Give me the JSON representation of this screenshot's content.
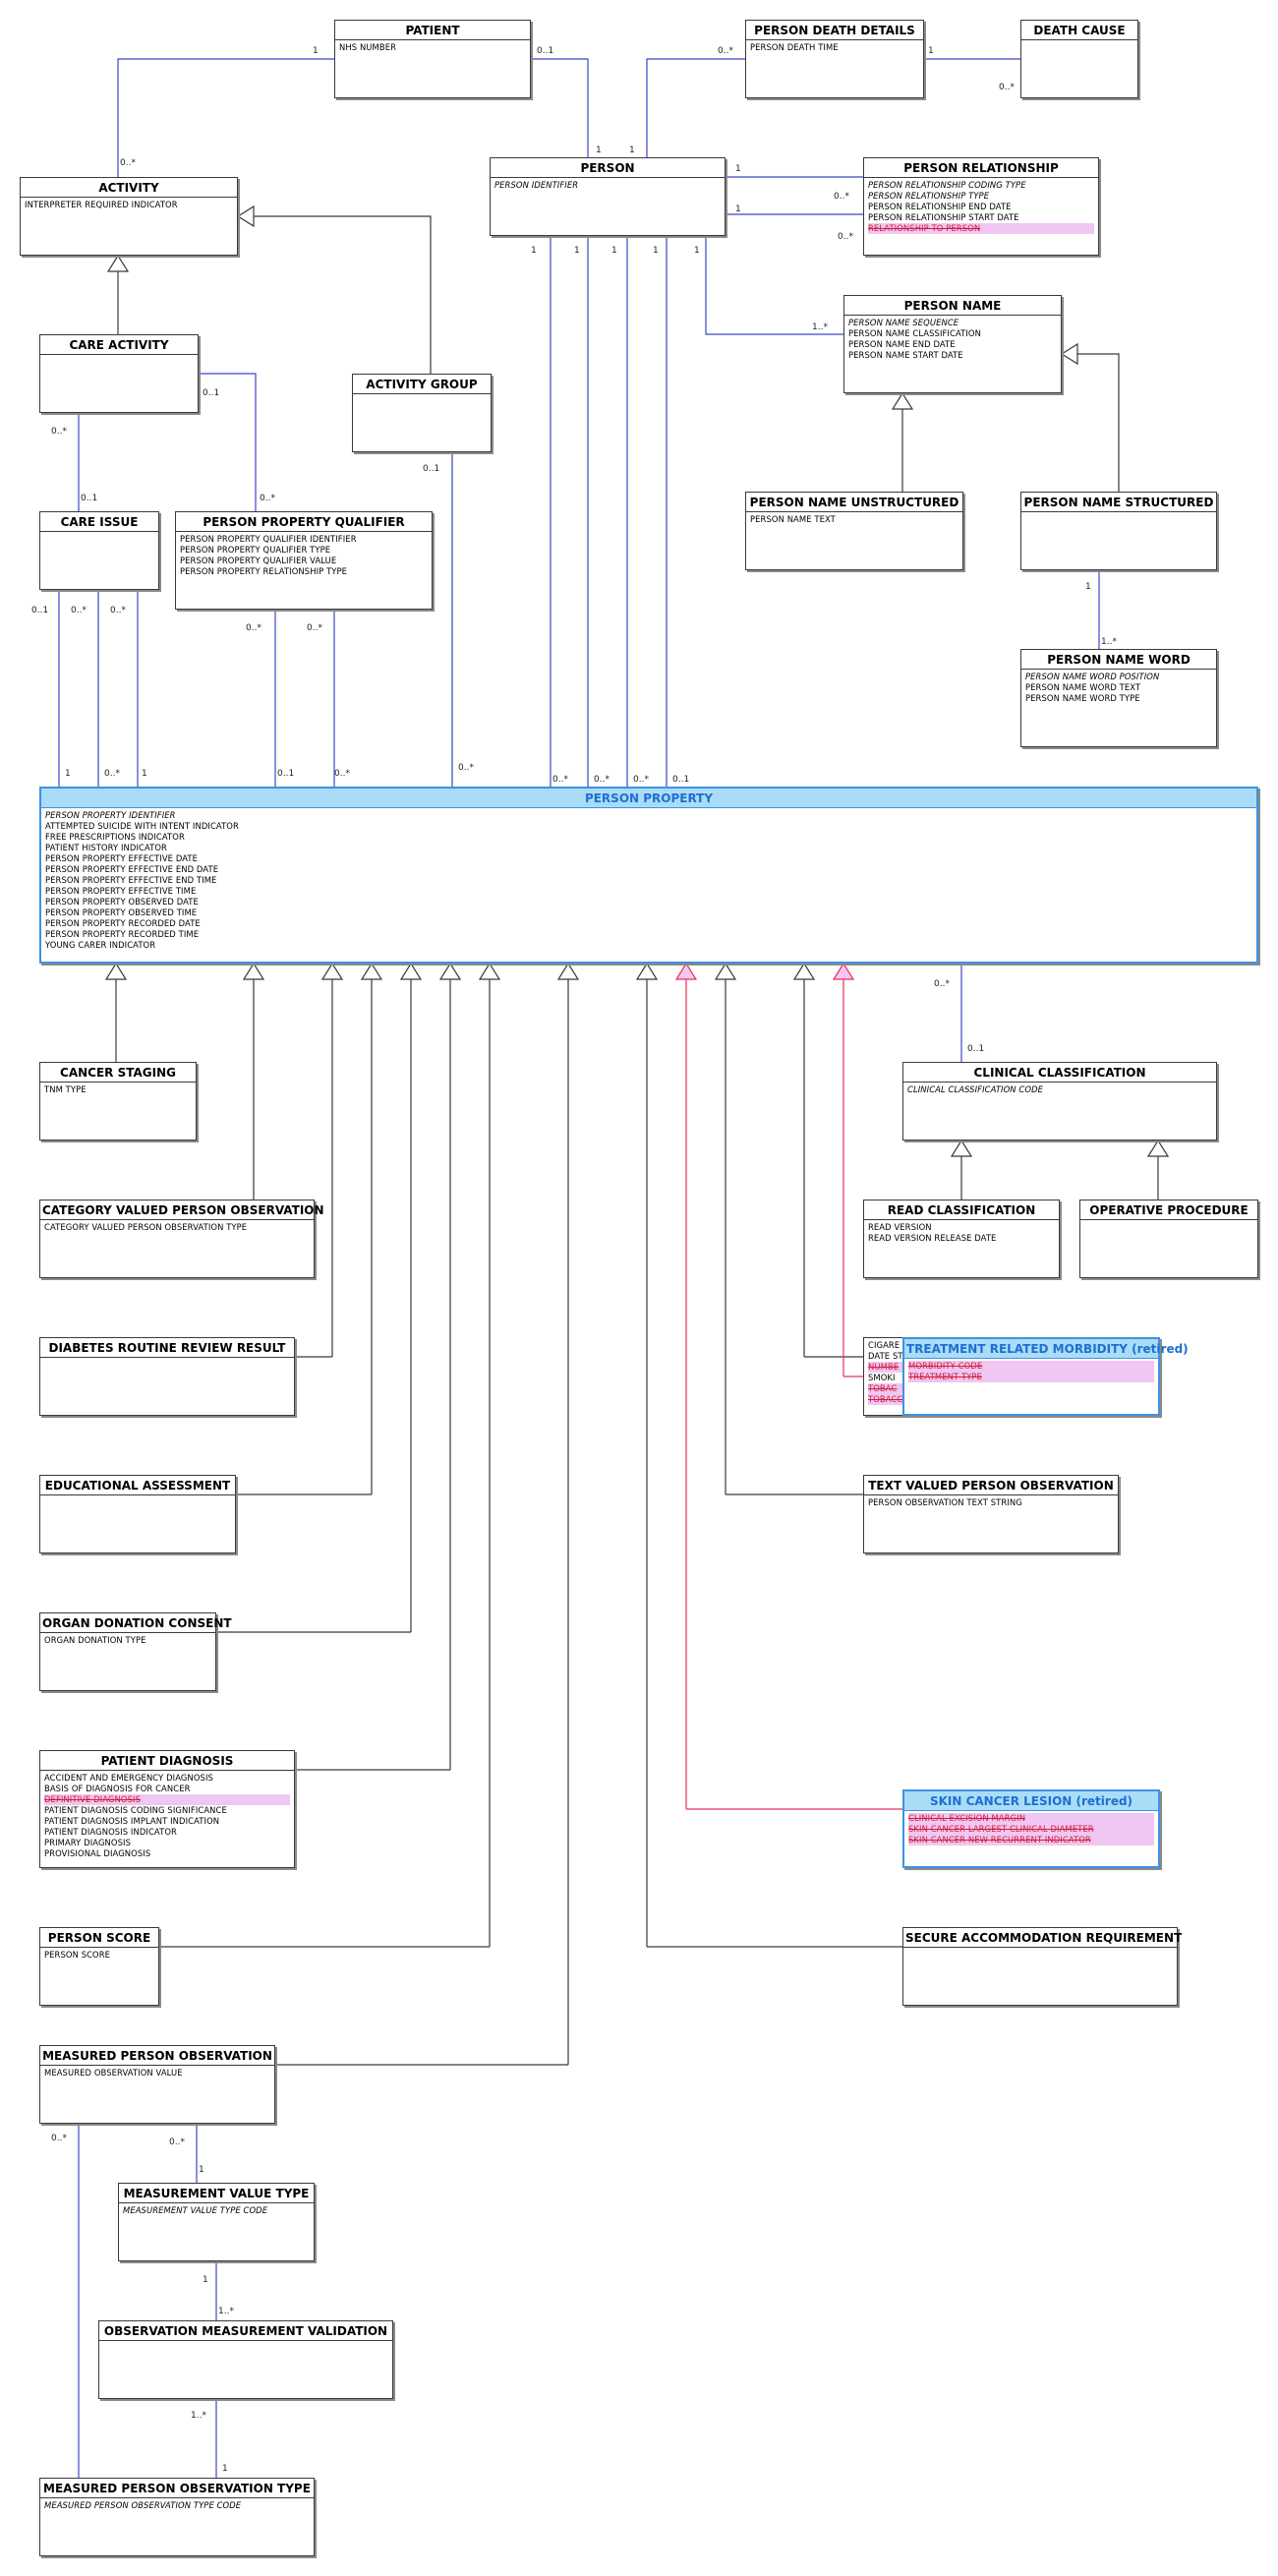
{
  "diagram_title": "",
  "colors": {
    "association": "#3c46c8",
    "generalization": "#3a3a3a",
    "retired_generalization": "#e8325a",
    "highlight_header": "#a9dcf7"
  },
  "classes": {
    "patient": {
      "title": "PATIENT",
      "attributes": [
        {
          "text": "NHS NUMBER",
          "style": "normal"
        }
      ]
    },
    "person_death_details": {
      "title": "PERSON DEATH DETAILS",
      "attributes": [
        {
          "text": "PERSON DEATH TIME",
          "style": "normal"
        }
      ]
    },
    "death_cause": {
      "title": "DEATH CAUSE",
      "attributes": []
    },
    "activity": {
      "title": "ACTIVITY",
      "attributes": [
        {
          "text": "INTERPRETER REQUIRED INDICATOR",
          "style": "normal"
        }
      ]
    },
    "person": {
      "title": "PERSON",
      "attributes": [
        {
          "text": "PERSON IDENTIFIER",
          "style": "key"
        }
      ]
    },
    "person_relationship": {
      "title": "PERSON RELATIONSHIP",
      "attributes": [
        {
          "text": "PERSON RELATIONSHIP CODING TYPE",
          "style": "key"
        },
        {
          "text": "PERSON RELATIONSHIP TYPE",
          "style": "key"
        },
        {
          "text": "PERSON RELATIONSHIP END DATE",
          "style": "normal"
        },
        {
          "text": "PERSON RELATIONSHIP START DATE",
          "style": "normal"
        },
        {
          "text": "RELATIONSHIP TO PERSON",
          "style": "retired"
        }
      ]
    },
    "care_activity": {
      "title": "CARE ACTIVITY",
      "attributes": []
    },
    "activity_group": {
      "title": "ACTIVITY GROUP",
      "attributes": []
    },
    "person_name": {
      "title": "PERSON NAME",
      "attributes": [
        {
          "text": "PERSON NAME SEQUENCE",
          "style": "key"
        },
        {
          "text": "PERSON NAME CLASSIFICATION",
          "style": "normal"
        },
        {
          "text": "PERSON NAME END DATE",
          "style": "normal"
        },
        {
          "text": "PERSON NAME START DATE",
          "style": "normal"
        }
      ]
    },
    "person_name_unstructured": {
      "title": "PERSON NAME UNSTRUCTURED",
      "attributes": [
        {
          "text": "PERSON NAME TEXT",
          "style": "normal"
        }
      ]
    },
    "person_name_structured": {
      "title": "PERSON NAME STRUCTURED",
      "attributes": []
    },
    "care_issue": {
      "title": "CARE ISSUE",
      "attributes": []
    },
    "person_property_qualifier": {
      "title": "PERSON PROPERTY QUALIFIER",
      "attributes": [
        {
          "text": "PERSON PROPERTY QUALIFIER IDENTIFIER",
          "style": "normal"
        },
        {
          "text": "PERSON PROPERTY QUALIFIER TYPE",
          "style": "normal"
        },
        {
          "text": "PERSON PROPERTY QUALIFIER VALUE",
          "style": "normal"
        },
        {
          "text": "PERSON PROPERTY RELATIONSHIP TYPE",
          "style": "normal"
        }
      ]
    },
    "person_name_word": {
      "title": "PERSON NAME WORD",
      "attributes": [
        {
          "text": "PERSON NAME WORD POSITION",
          "style": "key"
        },
        {
          "text": "PERSON NAME WORD TEXT",
          "style": "normal"
        },
        {
          "text": "PERSON NAME WORD TYPE",
          "style": "normal"
        }
      ]
    },
    "person_property": {
      "title": "PERSON PROPERTY",
      "attributes": [
        {
          "text": "PERSON PROPERTY IDENTIFIER",
          "style": "key"
        },
        {
          "text": "ATTEMPTED SUICIDE WITH INTENT INDICATOR",
          "style": "normal"
        },
        {
          "text": "FREE PRESCRIPTIONS INDICATOR",
          "style": "normal"
        },
        {
          "text": "PATIENT HISTORY INDICATOR",
          "style": "normal"
        },
        {
          "text": "PERSON PROPERTY EFFECTIVE DATE",
          "style": "normal"
        },
        {
          "text": "PERSON PROPERTY EFFECTIVE END DATE",
          "style": "normal"
        },
        {
          "text": "PERSON PROPERTY EFFECTIVE END TIME",
          "style": "normal"
        },
        {
          "text": "PERSON PROPERTY EFFECTIVE TIME",
          "style": "normal"
        },
        {
          "text": "PERSON PROPERTY OBSERVED DATE",
          "style": "normal"
        },
        {
          "text": "PERSON PROPERTY OBSERVED TIME",
          "style": "normal"
        },
        {
          "text": "PERSON PROPERTY RECORDED DATE",
          "style": "normal"
        },
        {
          "text": "PERSON PROPERTY RECORDED TIME",
          "style": "normal"
        },
        {
          "text": "YOUNG CARER INDICATOR",
          "style": "normal"
        }
      ]
    },
    "cancer_staging": {
      "title": "CANCER STAGING",
      "attributes": [
        {
          "text": "TNM TYPE",
          "style": "normal"
        }
      ]
    },
    "clinical_classification": {
      "title": "CLINICAL CLASSIFICATION",
      "attributes": [
        {
          "text": "CLINICAL CLASSIFICATION CODE",
          "style": "key"
        }
      ]
    },
    "category_valued_person_observation": {
      "title": "CATEGORY VALUED PERSON OBSERVATION",
      "attributes": [
        {
          "text": "CATEGORY VALUED PERSON OBSERVATION TYPE",
          "style": "normal"
        }
      ]
    },
    "read_classification": {
      "title": "READ CLASSIFICATION",
      "attributes": [
        {
          "text": "READ VERSION",
          "style": "normal"
        },
        {
          "text": "READ VERSION RELEASE DATE",
          "style": "normal"
        }
      ]
    },
    "operative_procedure": {
      "title": "OPERATIVE PROCEDURE",
      "attributes": []
    },
    "diabetes_routine_review_result": {
      "title": "DIABETES ROUTINE REVIEW RESULT",
      "attributes": []
    },
    "tobacco_hidden": {
      "title": "",
      "attributes": [
        {
          "text": "CIGARE",
          "style": "normal"
        },
        {
          "text": "DATE ST",
          "style": "normal"
        },
        {
          "text": "NUMBE",
          "style": "retired"
        },
        {
          "text": "SMOKI",
          "style": "normal"
        },
        {
          "text": "TOBAC",
          "style": "retired"
        },
        {
          "text": "TOBACCO UNIT TYPE",
          "style": "retired"
        }
      ]
    },
    "treatment_related_morbidity": {
      "title": "TREATMENT RELATED MORBIDITY (retired)",
      "attributes": [
        {
          "text": "MORBIDITY CODE",
          "style": "retired"
        },
        {
          "text": "TREATMENT TYPE",
          "style": "retired"
        }
      ]
    },
    "educational_assessment": {
      "title": "EDUCATIONAL ASSESSMENT",
      "attributes": []
    },
    "text_valued_person_observation": {
      "title": "TEXT VALUED PERSON OBSERVATION",
      "attributes": [
        {
          "text": "PERSON OBSERVATION TEXT STRING",
          "style": "normal"
        }
      ]
    },
    "organ_donation_consent": {
      "title": "ORGAN DONATION CONSENT",
      "attributes": [
        {
          "text": "ORGAN DONATION TYPE",
          "style": "normal"
        }
      ]
    },
    "patient_diagnosis": {
      "title": "PATIENT DIAGNOSIS",
      "attributes": [
        {
          "text": "ACCIDENT AND EMERGENCY DIAGNOSIS",
          "style": "normal"
        },
        {
          "text": "BASIS OF DIAGNOSIS FOR CANCER",
          "style": "normal"
        },
        {
          "text": "DEFINITIVE DIAGNOSIS",
          "style": "retired"
        },
        {
          "text": "PATIENT DIAGNOSIS CODING SIGNIFICANCE",
          "style": "normal"
        },
        {
          "text": "PATIENT DIAGNOSIS IMPLANT INDICATION",
          "style": "normal"
        },
        {
          "text": "PATIENT DIAGNOSIS INDICATOR",
          "style": "normal"
        },
        {
          "text": "PRIMARY DIAGNOSIS",
          "style": "normal"
        },
        {
          "text": "PROVISIONAL DIAGNOSIS",
          "style": "normal"
        }
      ]
    },
    "skin_cancer_lesion": {
      "title": "SKIN CANCER LESION (retired)",
      "attributes": [
        {
          "text": "CLINICAL EXCISION MARGIN",
          "style": "retired"
        },
        {
          "text": "SKIN CANCER LARGEST CLINICAL DIAMETER",
          "style": "retired"
        },
        {
          "text": "SKIN CANCER NEW RECURRENT INDICATOR",
          "style": "retired"
        }
      ]
    },
    "person_score": {
      "title": "PERSON SCORE",
      "attributes": [
        {
          "text": "PERSON SCORE",
          "style": "normal"
        }
      ]
    },
    "secure_accommodation_requirement": {
      "title": "SECURE ACCOMMODATION REQUIREMENT",
      "attributes": []
    },
    "measured_person_observation": {
      "title": "MEASURED PERSON OBSERVATION",
      "attributes": [
        {
          "text": "MEASURED OBSERVATION VALUE",
          "style": "normal"
        }
      ]
    },
    "measurement_value_type": {
      "title": "MEASUREMENT VALUE TYPE",
      "attributes": [
        {
          "text": "MEASUREMENT VALUE TYPE CODE",
          "style": "key"
        }
      ]
    },
    "observation_measurement_validation": {
      "title": "OBSERVATION MEASUREMENT VALIDATION",
      "attributes": []
    },
    "measured_person_observation_type": {
      "title": "MEASURED PERSON OBSERVATION TYPE",
      "attributes": [
        {
          "text": "MEASURED PERSON OBSERVATION TYPE CODE",
          "style": "key"
        }
      ]
    }
  },
  "multiplicities": [
    "1",
    "0..1",
    "0..*",
    "1",
    "0..*",
    "1",
    "1",
    "1",
    "0..*",
    "1",
    "0..*",
    "0..1",
    "0..*",
    "1..*",
    "1",
    "1",
    "1",
    "1",
    "1",
    "0..*",
    "0..1",
    "0..*",
    "0..1",
    "0..1",
    "0..*",
    "0..*",
    "0..*",
    "1",
    "1..*",
    "1",
    "0..*",
    "1",
    "0..*",
    "0..1",
    "0..*",
    "0..*",
    "0..*",
    "0..*",
    "0..*",
    "0..1",
    "0..*",
    "0..1",
    "0..*",
    "0..*",
    "1",
    "1",
    "1..*",
    "1..*",
    "1"
  ]
}
